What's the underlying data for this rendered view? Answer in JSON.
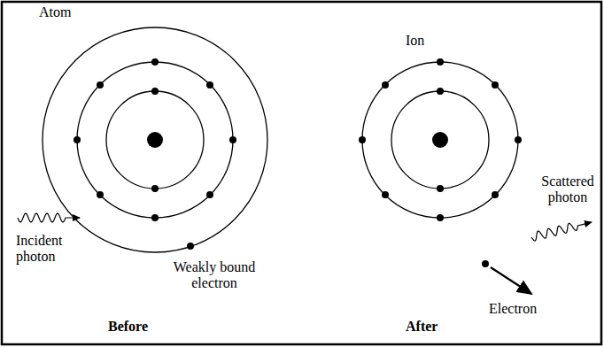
{
  "diagram": {
    "labels": [
      "Atom",
      "Ion",
      "Scattered photon",
      "Incident photon",
      "Weakly bound electron",
      "Before",
      "After",
      "Electron"
    ]
  }
}
